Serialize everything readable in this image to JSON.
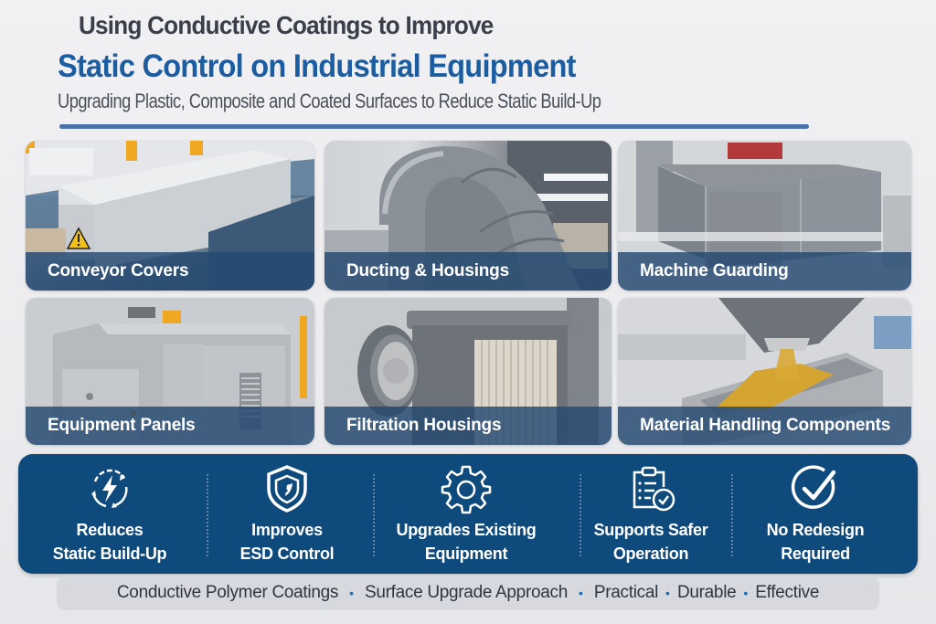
{
  "header": {
    "title_line1": "Using Conductive Coatings to Improve",
    "title_line2": "Static Control on Industrial Equipment",
    "subtitle": "Upgrading Plastic, Composite and Coated Surfaces to Reduce Static Build-Up"
  },
  "applications": [
    {
      "label": "Conveyor Covers",
      "image": "conveyor-covers-photo"
    },
    {
      "label": "Ducting & Housings",
      "image": "ducting-photo"
    },
    {
      "label": "Machine Guarding",
      "image": "machine-guarding-photo"
    },
    {
      "label": "Equipment Panels",
      "image": "equipment-panels-photo"
    },
    {
      "label": "Filtration Housings",
      "image": "filtration-housings-photo"
    },
    {
      "label": "Material Handling Components",
      "image": "material-handling-photo"
    }
  ],
  "benefits": [
    {
      "line1": "Reduces",
      "line2": "Static Build-Up",
      "icon": "lightning-cycle-icon"
    },
    {
      "line1": "Improves",
      "line2": "ESD Control",
      "icon": "shield-icon"
    },
    {
      "line1": "Upgrades Existing",
      "line2": "Equipment",
      "icon": "gear-icon"
    },
    {
      "line1": "Supports Safer",
      "line2": "Operation",
      "icon": "clipboard-check-icon"
    },
    {
      "line1": "No Redesign",
      "line2": "Required",
      "icon": "check-circle-icon"
    }
  ],
  "footer": {
    "items": [
      "Conductive Polymer Coatings",
      "Surface Upgrade Approach",
      "Practical",
      "Durable",
      "Effective"
    ],
    "separator": "•"
  },
  "colors": {
    "title_dark": "#3a3f4a",
    "title_blue": "#1b5da0",
    "band_blue": "#0f4a7c",
    "caption_overlay": "#234870",
    "bullet_blue": "#1b6ab8",
    "warning_yellow": "#f2c21b"
  }
}
